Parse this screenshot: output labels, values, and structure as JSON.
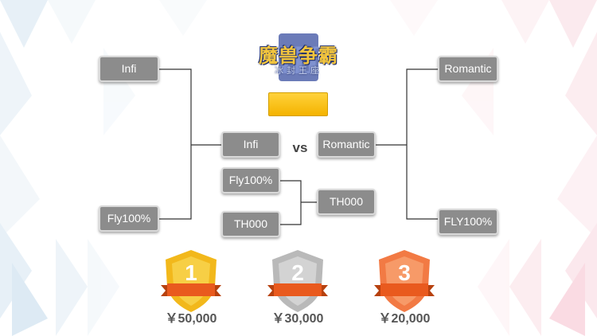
{
  "logo": {
    "title": "魔兽争霸",
    "subtitle": "冰封王座"
  },
  "bracket": {
    "left_top": "Infi",
    "left_bottom": "Fly100%",
    "right_top": "Romantic",
    "right_bottom": "FLY100%",
    "final_left": "Infi",
    "final_right": "Romantic",
    "vs": "vs",
    "third_top": "Fly100%",
    "third_bottom": "TH000",
    "third_winner": "TH000"
  },
  "prizes": [
    {
      "rank": "1",
      "amount": "￥50,000",
      "color": "#f2b81b"
    },
    {
      "rank": "2",
      "amount": "￥30,000",
      "color": "#b9b9b9"
    },
    {
      "rank": "3",
      "amount": "￥20,000",
      "color": "#f27a44"
    }
  ],
  "colors": {
    "gold_button": "#f6bd0c",
    "player_box": "#8c8c8c",
    "ribbon": "#e95a1e"
  }
}
